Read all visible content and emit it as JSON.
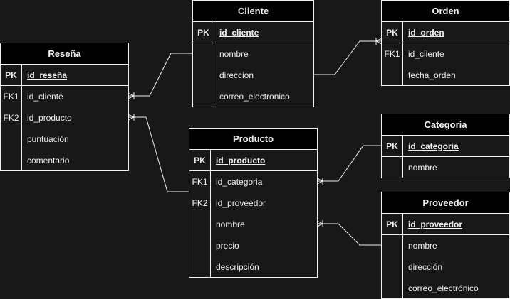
{
  "tables": {
    "resena": {
      "title": "Reseña",
      "pk": {
        "key": "PK",
        "name": "id_reseña"
      },
      "rows": [
        {
          "key": "FK1",
          "name": "id_cliente"
        },
        {
          "key": "FK2",
          "name": "id_producto"
        },
        {
          "key": "",
          "name": "puntuación"
        },
        {
          "key": "",
          "name": "comentario"
        }
      ]
    },
    "cliente": {
      "title": "Cliente",
      "pk": {
        "key": "PK",
        "name": "id_cliente"
      },
      "rows": [
        {
          "key": "",
          "name": "nombre"
        },
        {
          "key": "",
          "name": "direccion"
        },
        {
          "key": "",
          "name": "correo_electronico"
        }
      ]
    },
    "orden": {
      "title": "Orden",
      "pk": {
        "key": "PK",
        "name": "id_orden"
      },
      "rows": [
        {
          "key": "FK1",
          "name": "id_cliente"
        },
        {
          "key": "",
          "name": "fecha_orden"
        }
      ]
    },
    "producto": {
      "title": "Producto",
      "pk": {
        "key": "PK",
        "name": "id_producto"
      },
      "rows": [
        {
          "key": "FK1",
          "name": "id_categoria"
        },
        {
          "key": "FK2",
          "name": "id_proveedor"
        },
        {
          "key": "",
          "name": "nombre"
        },
        {
          "key": "",
          "name": "precio"
        },
        {
          "key": "",
          "name": "descripción"
        }
      ]
    },
    "categoria": {
      "title": "Categoria",
      "pk": {
        "key": "PK",
        "name": "id_categoria"
      },
      "rows": [
        {
          "key": "",
          "name": "nombre"
        }
      ]
    },
    "proveedor": {
      "title": "Proveedor",
      "pk": {
        "key": "PK",
        "name": "id_proveedor"
      },
      "rows": [
        {
          "key": "",
          "name": "nombre"
        },
        {
          "key": "",
          "name": "dirección"
        },
        {
          "key": "",
          "name": "correo_electrónico"
        }
      ]
    }
  }
}
